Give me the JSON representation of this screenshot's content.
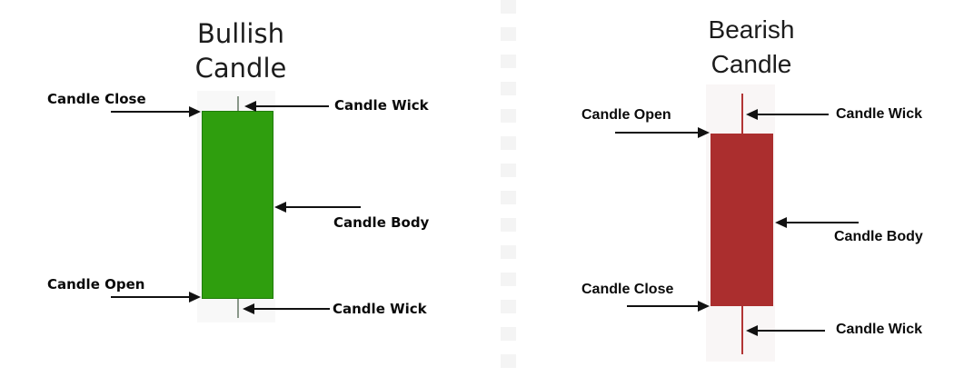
{
  "diagram": {
    "panels": [
      {
        "id": "bullish",
        "title_line1": "Bullish",
        "title_line2": "Candle",
        "plot_bg": "#f8f8f8",
        "body_color": "#2f9e0e",
        "body_border": "#1f7c07",
        "wick_color": "#8a988a",
        "labels": {
          "top_left": "Candle Close",
          "top_right": "Candle Wick",
          "mid_right": "Candle Body",
          "bottom_left": "Candle Open",
          "bottom_right": "Candle Wick"
        }
      },
      {
        "id": "bearish",
        "title_line1": "Bearish",
        "title_line2": "Candle",
        "plot_bg": "#f9f6f6",
        "body_color": "#ab2e2e",
        "body_border": "#ab2e2e",
        "wick_color": "#b23535",
        "labels": {
          "top_left": "Candle Open",
          "top_right": "Candle Wick",
          "mid_right": "Candle Body",
          "bottom_left": "Candle Close",
          "bottom_right": "Candle Wick"
        }
      }
    ]
  }
}
